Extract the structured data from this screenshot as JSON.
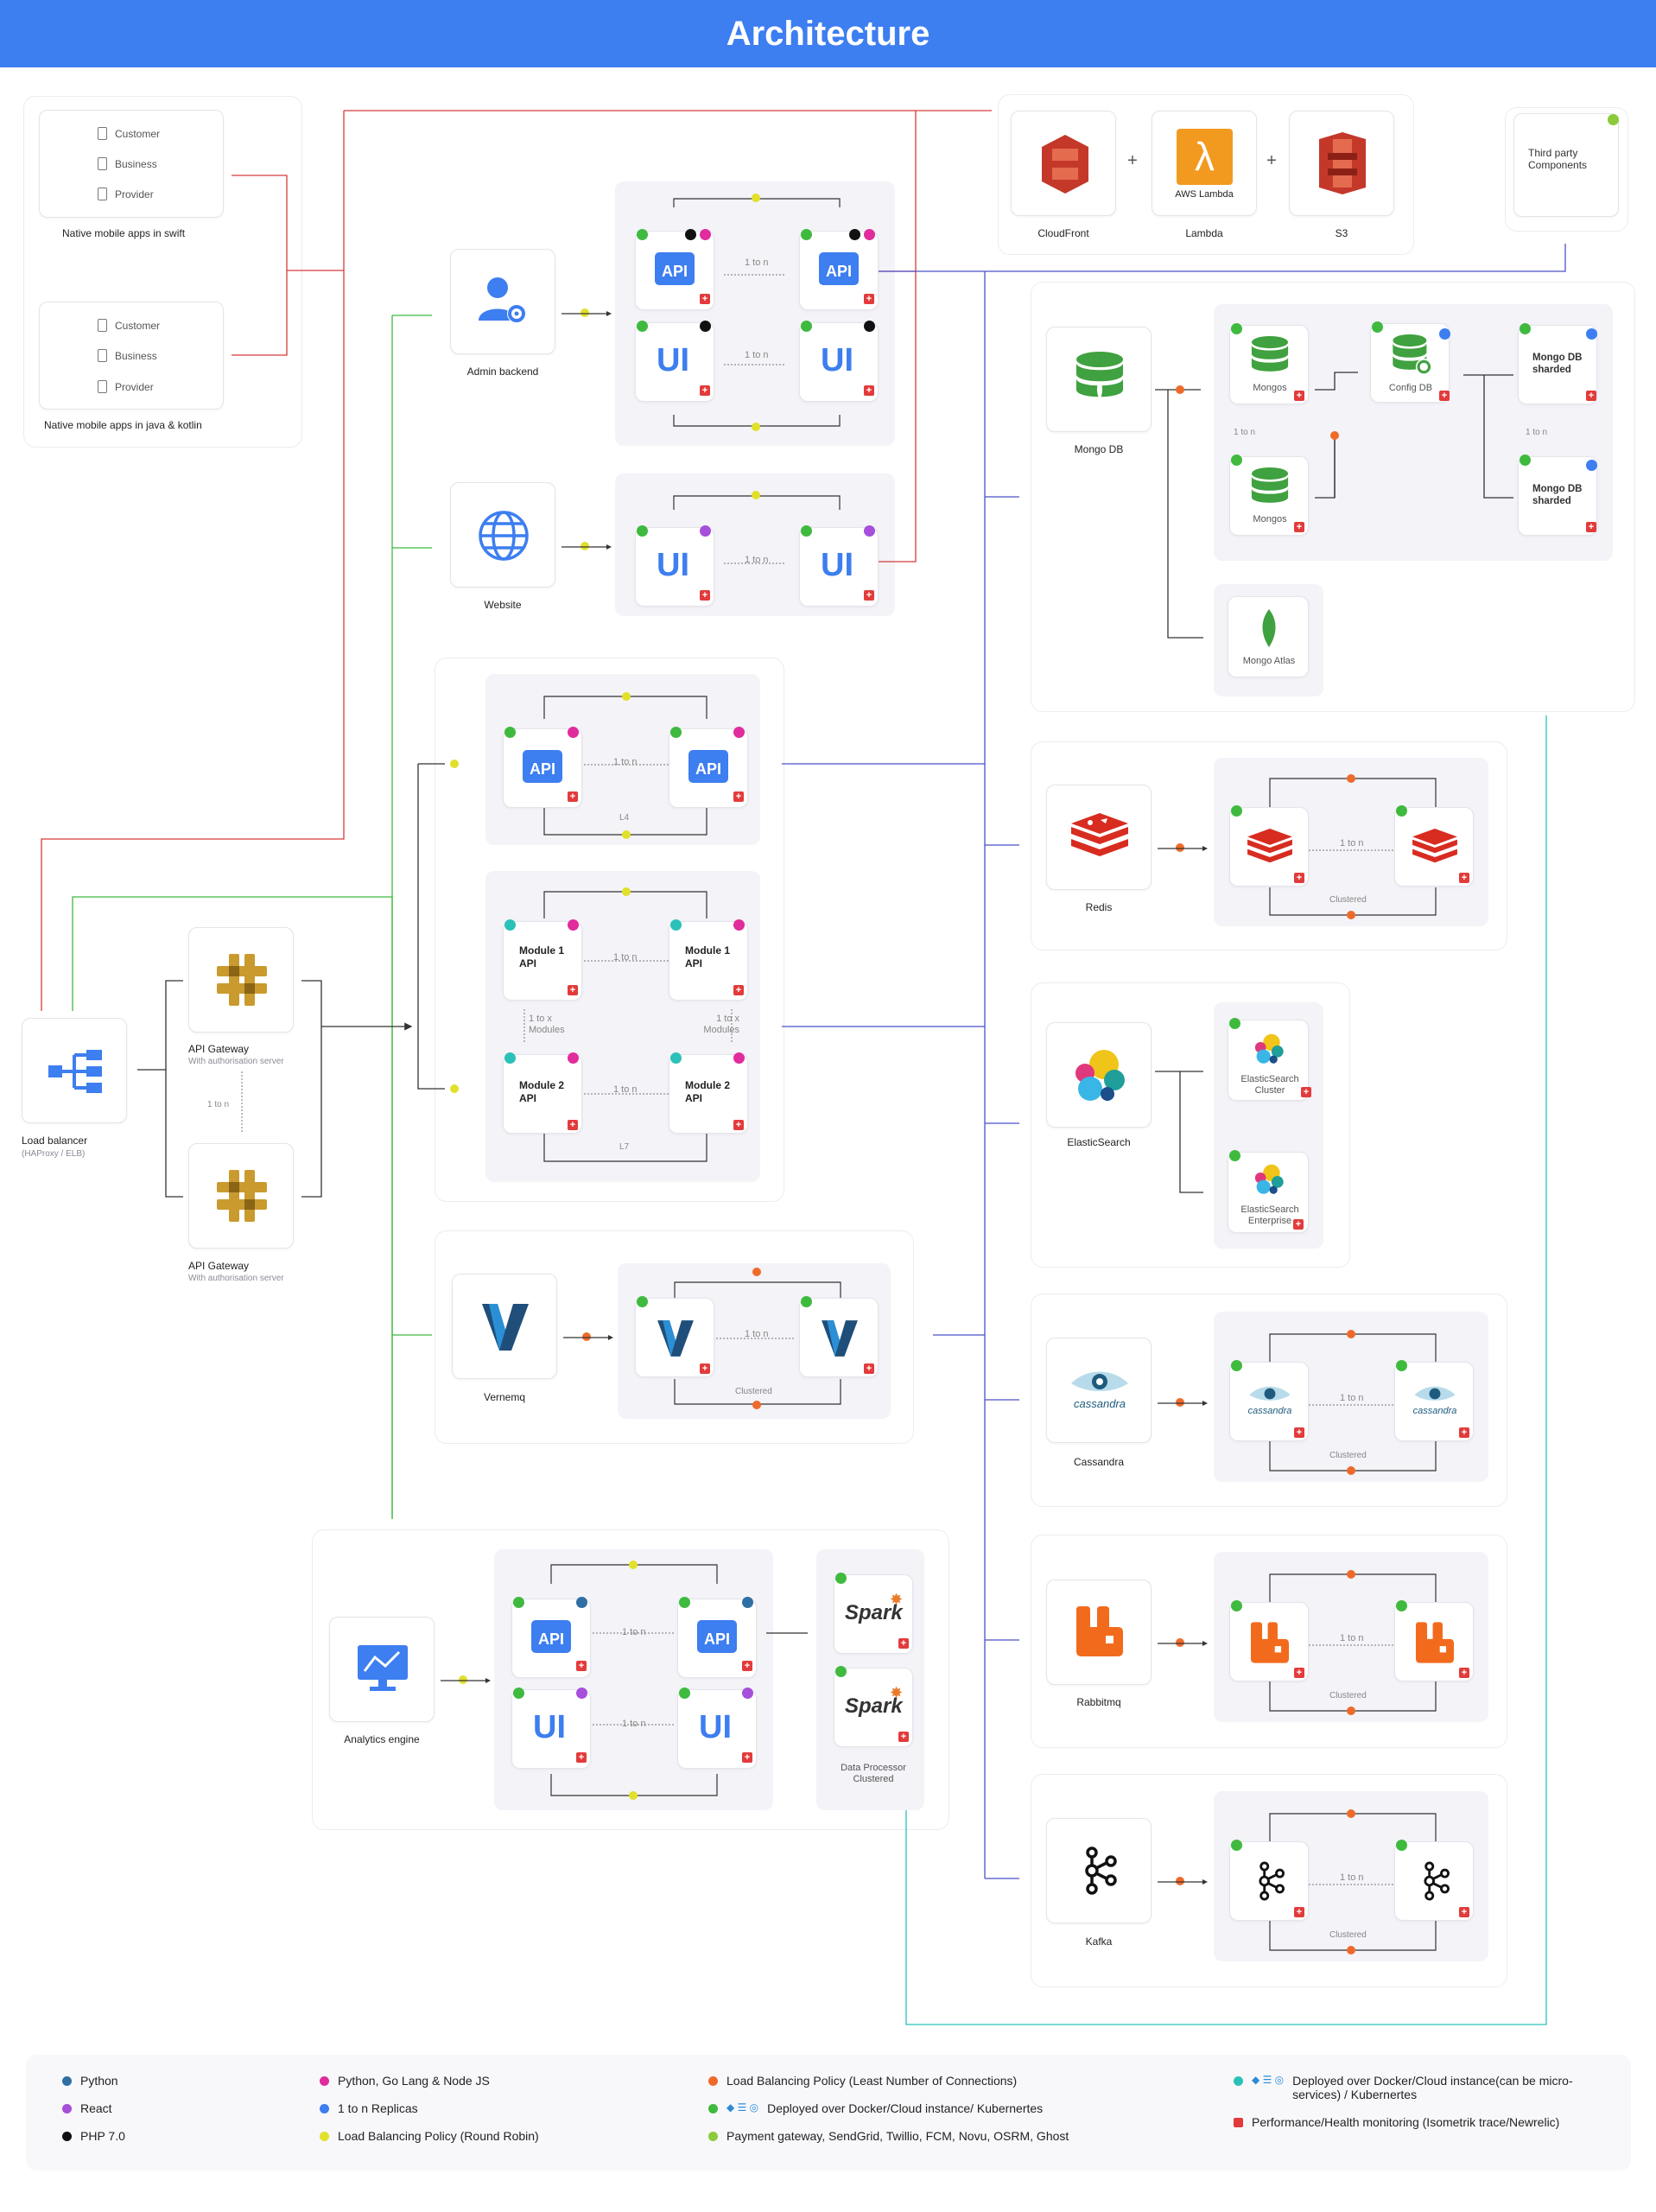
{
  "header": {
    "title": "Architecture"
  },
  "mobile": {
    "ios": {
      "devices": [
        "Customer",
        "Business",
        "Provider"
      ],
      "label": "Native mobile apps in swift"
    },
    "android": {
      "devices": [
        "Customer",
        "Business",
        "Provider"
      ],
      "label": "Native mobile apps in java & kotlin"
    }
  },
  "cloud": {
    "cloudfront": "CloudFront",
    "lambda": "Lambda",
    "lambda_badge": "AWS Lambda",
    "s3": "S3",
    "plus": "+"
  },
  "third_party": "Third party Components",
  "admin": {
    "label": "Admin backend",
    "api": "API",
    "ui": "UI",
    "link": "1 to n"
  },
  "website": {
    "label": "Website",
    "ui": "UI",
    "link": "1 to n"
  },
  "l4": {
    "api": "API",
    "link": "1 to n",
    "tag": "L4"
  },
  "l7": {
    "module1": "Module 1 API",
    "module2": "Module 2 API",
    "link": "1 to n",
    "modules": "1 to x Modules",
    "tag": "L7"
  },
  "lb": {
    "label": "Load balancer",
    "sub": "(HAProxy / ELB)"
  },
  "gateway": {
    "label": "API Gateway",
    "sub": "With authorisation server",
    "link": "1 to n"
  },
  "vernemq": {
    "label": "Vernemq",
    "link": "1 to n",
    "tag": "Clustered"
  },
  "analytics": {
    "label": "Analytics engine",
    "api": "API",
    "ui": "UI",
    "link": "1 to n",
    "spark": "Spark",
    "spark_caption": "Data Processor Clustered"
  },
  "mongo": {
    "label": "Mongo DB",
    "mongos": "Mongos",
    "config": "Config DB",
    "sharded": "Mongo DB sharded",
    "link": "1 to n",
    "atlas": "Mongo Atlas"
  },
  "redis": {
    "label": "Redis",
    "link": "1 to n",
    "tag": "Clustered"
  },
  "elastic": {
    "label": "ElasticSearch",
    "cluster": "ElasticSearch Cluster",
    "enterprise": "ElasticSearch Enterprise"
  },
  "cassandra": {
    "label": "Cassandra",
    "brand": "cassandra",
    "link": "1 to n",
    "tag": "Clustered"
  },
  "rabbitmq": {
    "label": "Rabbitmq",
    "link": "1 to n",
    "tag": "Clustered"
  },
  "kafka": {
    "label": "Kafka",
    "link": "1 to n",
    "tag": "Clustered"
  },
  "legend": {
    "python": "Python",
    "react": "React",
    "php": "PHP 7.0",
    "go": "Python, Go Lang & Node JS",
    "replicas": "1 to n Replicas",
    "rr": "Load Balancing Policy (Round Robin)",
    "lc": "Load Balancing Policy (Least Number of Connections)",
    "docker": "Deployed over Docker/Cloud instance/ Kubernertes",
    "payment": "Payment gateway, SendGrid, Twillio, FCM, Novu, OSRM, Ghost",
    "micro": "Deployed over Docker/Cloud instance(can be micro-services) / Kubernertes",
    "perf": "Performance/Health monitoring (Isometrik trace/Newrelic)"
  },
  "colors": {
    "brand": "#3d7ef0",
    "green": "#3fba3f",
    "red": "#e23b3b",
    "orange": "#ef6a2a",
    "yellow": "#e1e02a",
    "teal": "#2cc1b8",
    "navy": "#2f6fa3",
    "purple": "#a64fdb",
    "pink": "#e02c9c"
  }
}
